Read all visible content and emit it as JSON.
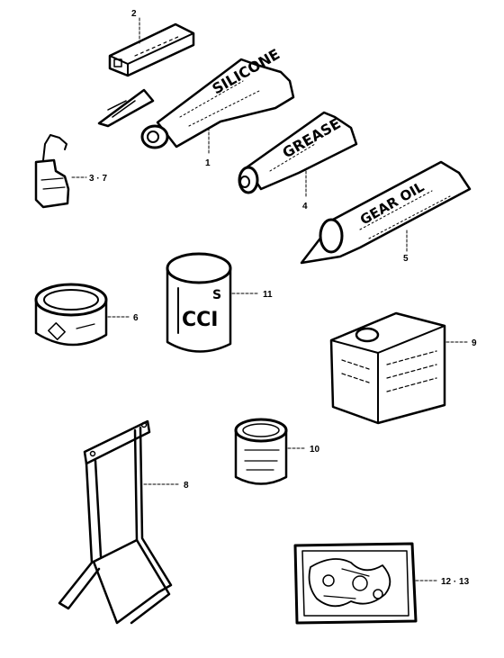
{
  "parts": [
    {
      "id": "1",
      "label": "1",
      "item": "silicone tube",
      "tube_text": "SILICONE"
    },
    {
      "id": "2",
      "label": "2",
      "item": "block"
    },
    {
      "id": "3-7",
      "label": "3 · 7",
      "item": "oil bottle"
    },
    {
      "id": "4",
      "label": "4",
      "item": "grease tube",
      "tube_text": "GREASE"
    },
    {
      "id": "5",
      "label": "5",
      "item": "gear oil tube",
      "tube_text": "GEAR OIL"
    },
    {
      "id": "6",
      "label": "6",
      "item": "small tin"
    },
    {
      "id": "8",
      "label": "8",
      "item": "stand"
    },
    {
      "id": "9",
      "label": "9",
      "item": "oil can"
    },
    {
      "id": "10",
      "label": "10",
      "item": "small can"
    },
    {
      "id": "11",
      "label": "11",
      "item": "CCI can",
      "can_text": "CCI"
    },
    {
      "id": "12-13",
      "label": "12 · 13",
      "item": "parts bag"
    }
  ]
}
